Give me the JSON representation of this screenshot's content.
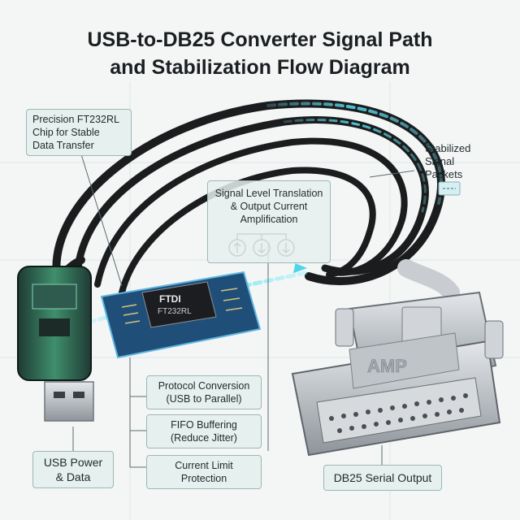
{
  "title": {
    "line1": "USB-to-DB25 Converter Signal Path",
    "line2": "and Stabilization Flow Diagram"
  },
  "labels": {
    "chip_callout": [
      "Precision FT232RL",
      "Chip for Stable",
      "Data Transfer"
    ],
    "signal_packets": [
      "Stabilized",
      "Signal",
      "Packets"
    ],
    "level_translation": [
      "Signal Level Translation",
      "& Output Current",
      "Amplification"
    ],
    "protocol_conversion": [
      "Protocol Conversion",
      "(USB to Parallel)"
    ],
    "fifo_buffering": [
      "FIFO Buffering",
      "(Reduce Jitter)"
    ],
    "current_limit": [
      "Current Limit",
      "Protection"
    ],
    "usb_power": [
      "USB Power",
      "& Data"
    ],
    "db25_output": "DB25 Serial Output"
  },
  "chip_marking": {
    "brand": "FTDI",
    "model": "FT232RL"
  },
  "connector_marking": "AMP",
  "colors": {
    "callout_bg": "#e6f0ee",
    "callout_border": "#9bb8b3",
    "signal_glow": "#4fd6e8",
    "cable": "#1a1c1e",
    "pcb": "#1f4f78",
    "metal": "#c4c8cc"
  }
}
